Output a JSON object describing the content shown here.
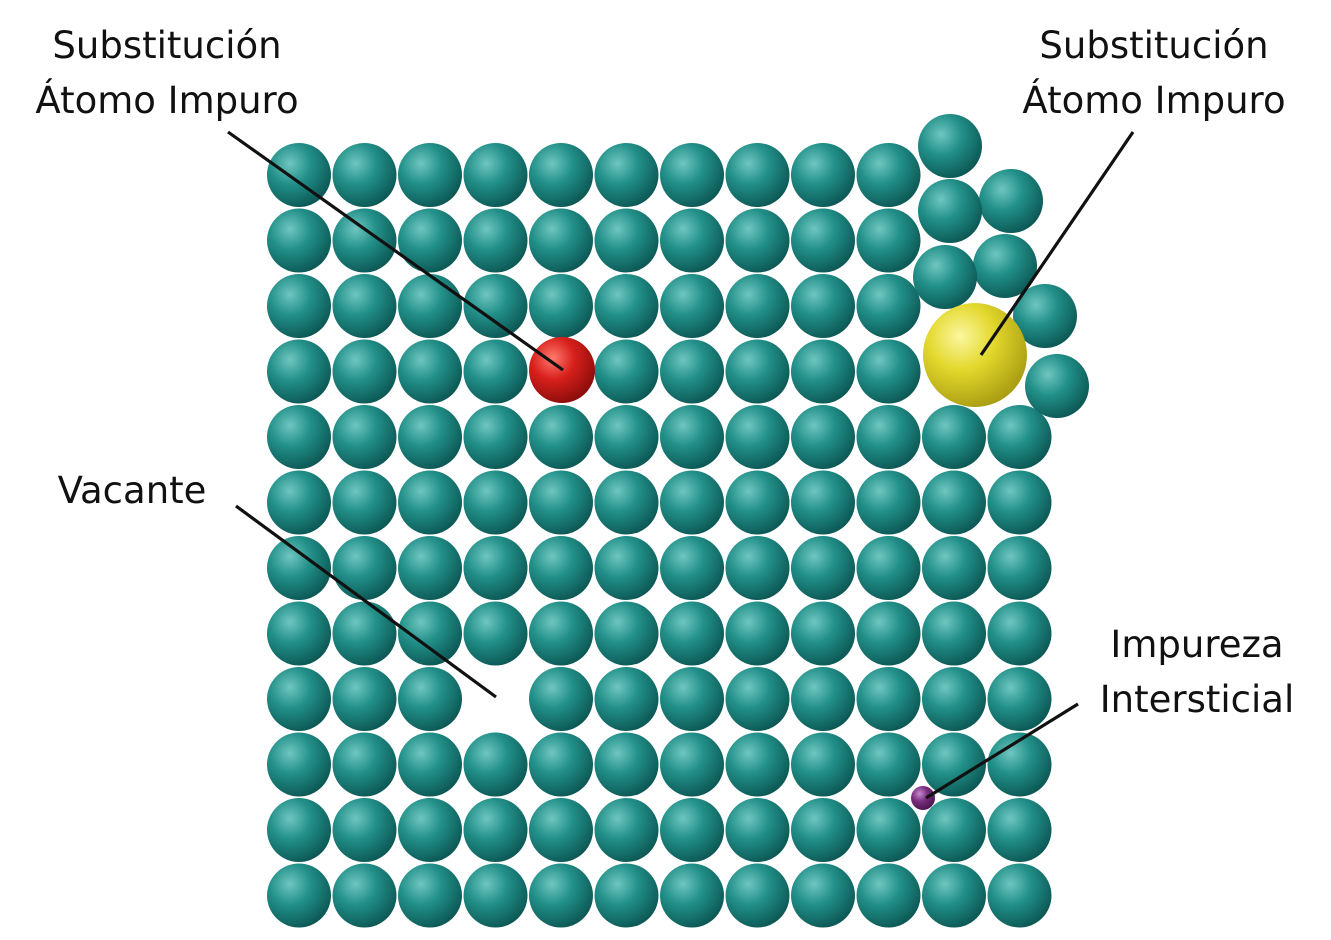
{
  "labels": {
    "substitution_small": [
      "Substitución",
      "Átomo Impuro"
    ],
    "substitution_large": [
      "Substitución",
      "Átomo Impuro"
    ],
    "vacancy": "Vacante",
    "interstitial": [
      "Impureza",
      "Intersticial"
    ]
  },
  "colors": {
    "host_atom": "#1f8783",
    "small_substitution_atom": "#d8201c",
    "large_substitution_atom": "#e3d82c",
    "interstitial_atom": "#7a2f7f",
    "leader_line": "#111111",
    "label_text": "#111111"
  },
  "lattice": {
    "columns": 12,
    "rows": 12,
    "vacancy_cell": [
      8,
      3
    ],
    "small_substitution_cell": [
      3,
      4
    ],
    "distorted_region": "upper-right"
  }
}
